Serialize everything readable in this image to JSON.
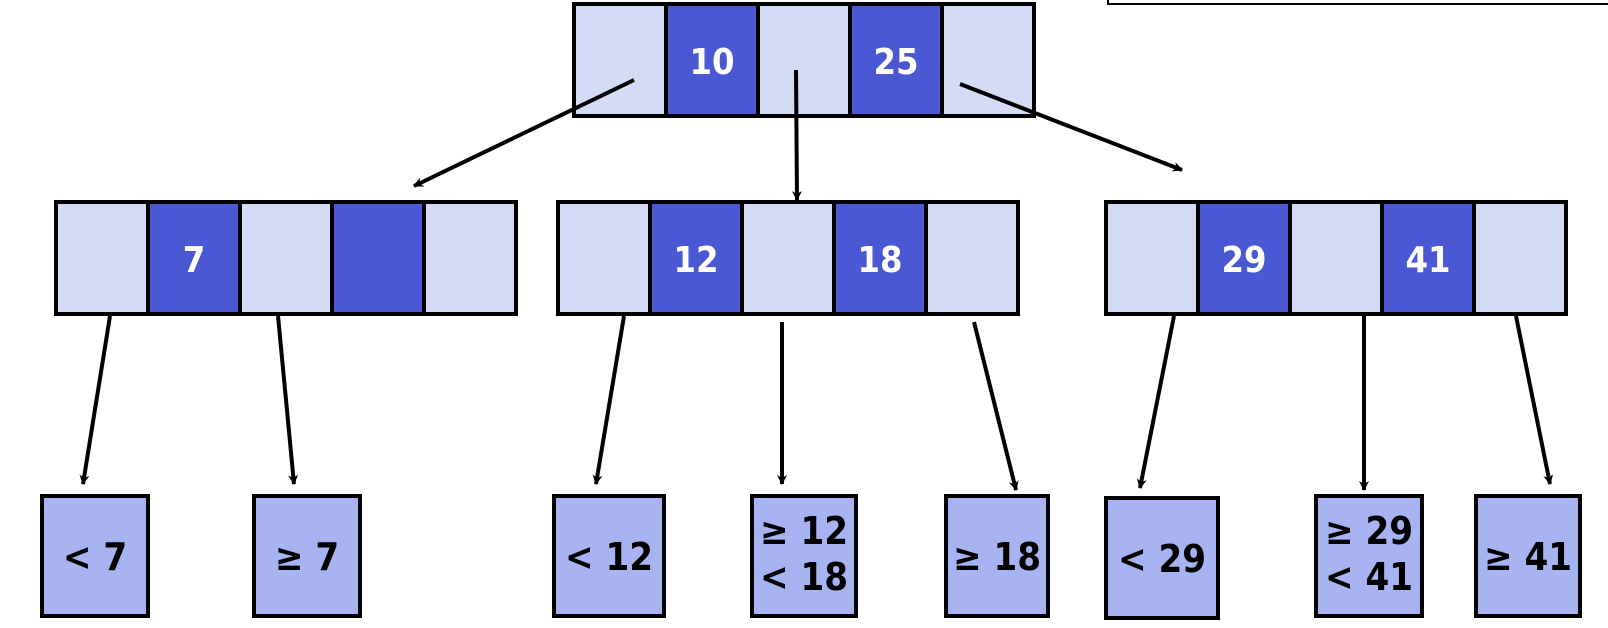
{
  "colors": {
    "pointer_cell": "#d4dcf5",
    "key_cell": "#4a58d4",
    "leaf_fill": "#a8b3f2",
    "border": "#000000",
    "key_text": "#ffffff"
  },
  "root": {
    "keys": [
      "10",
      "25"
    ]
  },
  "internal_nodes": [
    {
      "keys": [
        "7",
        ""
      ]
    },
    {
      "keys": [
        "12",
        "18"
      ]
    },
    {
      "keys": [
        "29",
        "41"
      ]
    }
  ],
  "leaves": [
    {
      "line1": "< 7",
      "line2": ""
    },
    {
      "line1": "≥ 7",
      "line2": ""
    },
    {
      "line1": "< 12",
      "line2": ""
    },
    {
      "line1": "≥ 12",
      "line2": "< 18"
    },
    {
      "line1": "≥ 18",
      "line2": ""
    },
    {
      "line1": "< 29",
      "line2": ""
    },
    {
      "line1": "≥ 29",
      "line2": "< 41"
    },
    {
      "line1": "≥ 41",
      "line2": ""
    }
  ]
}
